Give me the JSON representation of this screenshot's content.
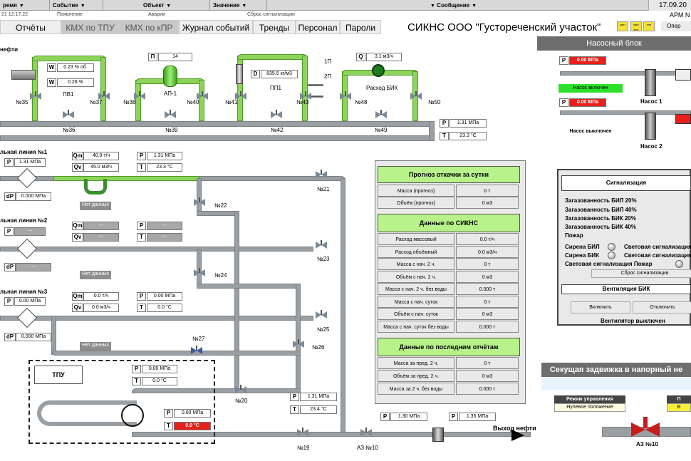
{
  "header": {
    "columns": [
      "ремя",
      "Событие",
      "Объект",
      "Значение",
      "Сообщение"
    ],
    "event": {
      "time": "21 12:17:22",
      "type": "Появление",
      "object": "Аварии",
      "message": "Сброс сигнализации"
    },
    "date": "17.09.20",
    "arm": "АРМ N",
    "oper": "Опер"
  },
  "tabs": [
    "Отчёты",
    "КМХ по ТПУ",
    "КМХ по кПР",
    "Журнал событий",
    "Тренды",
    "Персонал",
    "Пароли"
  ],
  "app_title": "СИКНС ООО \"Густореченский участок\"",
  "indicators": [
    "мин",
    "мин есл",
    "лпп"
  ],
  "top": {
    "label_oil": "нефти",
    "W1": "0.23 % об.",
    "W2": "0.28 %",
    "pv1": "ПВ1",
    "P": "14",
    "ap1": "АП-1",
    "D": "835.5 кг/м3",
    "pp1": "ПП1",
    "Q": "3.1 м3/ч",
    "flow_bik": "Расход БИК",
    "out1": "1П",
    "out2": "2П",
    "P_line": "1.31 МПа",
    "T_line": "23.3 °С",
    "valves": [
      "№35",
      "№36",
      "№37",
      "№38",
      "№39",
      "№40",
      "№41",
      "№42",
      "№43",
      "№48",
      "№49",
      "№50"
    ]
  },
  "lines": [
    {
      "title": "льная линия №1",
      "P": "1.31 МПа",
      "dP": "0.000 МПа",
      "Qm": "40.0 т/ч",
      "Qv": "45.0 м3/ч",
      "P2": "1.31 МПа",
      "T2": "23.3 °С",
      "nodata": "Нет данных"
    },
    {
      "title": "льная линия №2",
      "P": "---",
      "dP": "---",
      "Qm": "---",
      "Qv": "---",
      "P2": "---",
      "T2": "---",
      "nodata": "Нет данных"
    },
    {
      "title": "льная линия №3",
      "P": "0.00 МПа",
      "dP": "0.000 МПа",
      "Qm": "0.0 т/ч",
      "Qv": "0.0 м3/ч",
      "P2": "0.00 МПа",
      "T2": "0.0 °С",
      "nodata": "Нет данных"
    }
  ],
  "mid_valves": [
    "№21",
    "№22",
    "№23",
    "№24",
    "№25",
    "№26",
    "№27",
    "№20",
    "№19",
    "АЗ №10"
  ],
  "tpu": {
    "title": "ТПУ",
    "P1": "0.00 МПа",
    "T1": "0.0 °С",
    "P2": "0.00 МПа",
    "T2": "0.0 °С"
  },
  "outlet": {
    "P_a": "1.31 МПа",
    "T_a": "23.4 °С",
    "P_b": "1.30 МПа",
    "P_c": "1.35 МПа",
    "label": "Выход нефти"
  },
  "forecast": {
    "title": "Прогноз откачки за сутки",
    "rows": [
      [
        "Масса (прогноз)",
        "0 т"
      ],
      [
        "Объём (прогноз)",
        "0 м3"
      ]
    ]
  },
  "sikns": {
    "title": "Данные по СИКНС",
    "rows": [
      [
        "Расход массовый",
        "0.0 т/ч"
      ],
      [
        "Расход объёмный",
        "0.0 м3/ч"
      ],
      [
        "Масса с нач. 2 ч.",
        "0 т"
      ],
      [
        "Объём с нач. 2 ч.",
        "0 м3"
      ],
      [
        "Масса с нач. 2 ч. без воды",
        "0.000 т"
      ],
      [
        "Масса с нач. суток",
        "0 т"
      ],
      [
        "Объём с нач. суток",
        "0 м3"
      ],
      [
        "Масса с нач. суток без воды",
        "0.000 т"
      ]
    ]
  },
  "reports": {
    "title": "Данные по последним отчётам",
    "rows": [
      [
        "Масса за пред. 2 ч.",
        "0 т"
      ],
      [
        "Объём за пред. 2 ч.",
        "0 м3"
      ],
      [
        "Масса за 2 ч. без воды",
        "0.000 т"
      ]
    ]
  },
  "pump": {
    "title": "Насосный блок",
    "p1": "0.00 МПа",
    "state1": "Насос включен",
    "p2": "0.00 МПа",
    "state2": "Насос выключен",
    "name1": "Насос 1",
    "name2": "Насос 2"
  },
  "alarm": {
    "title": "Сигнализация",
    "items": [
      "Загазованность БИЛ 20%",
      "Загазованность БИЛ 40%",
      "Загазованность БИК 20%",
      "Загазованность БИК 40%",
      "Пожар"
    ],
    "siren_bil": "Сирена БИЛ",
    "siren_bik": "Сирена БИК",
    "light1": "Световая сигнализация Б",
    "light2": "Световая сигнализация Б",
    "light_fire": "Световая сигнализация Пожар",
    "reset": "Сброс сигнализации"
  },
  "vent": {
    "title": "Вентиляция БИК",
    "on": "Включить",
    "off": "Отключить",
    "status": "Вентилятор выключен"
  },
  "gate": {
    "title": "Секущая задвижка в напорный не",
    "mode_label": "Режим управления",
    "mode_value": "Нулевое положение",
    "p_label": "П",
    "p_value": "В",
    "name": "АЗ №10"
  }
}
